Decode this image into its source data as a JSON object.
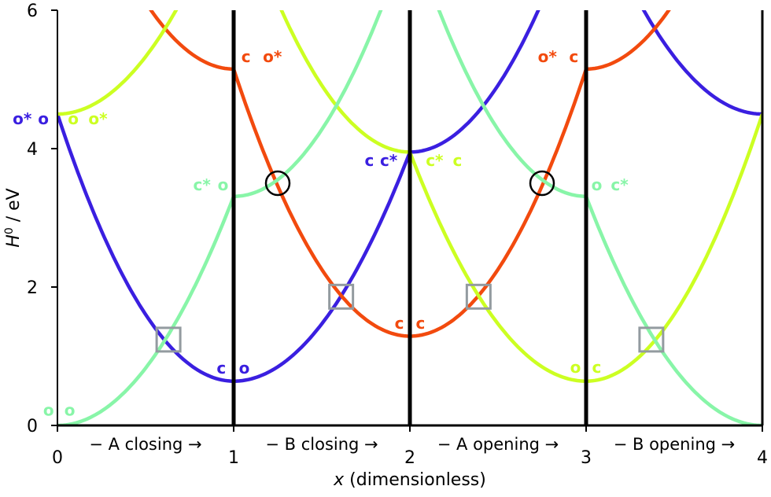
{
  "chart_data": {
    "type": "line",
    "title": "",
    "xlabel": "x (dimensionless)",
    "xlabel_var": "x",
    "xlabel_rest": " (dimensionless)",
    "ylabel": "H0 / eV",
    "ylabel_var": "H",
    "ylabel_sup": "0",
    "ylabel_rest": " / eV",
    "xlim": [
      0,
      4
    ],
    "ylim": [
      0,
      6
    ],
    "x_ticks": [
      "0",
      "1",
      "2",
      "3",
      "4"
    ],
    "y_ticks": [
      "0",
      "2",
      "4",
      "6"
    ],
    "grid": false,
    "legend": null,
    "colors": {
      "blue": "#3A1FE0",
      "orange": "#F24A0E",
      "yellow_green": "#CCFF22",
      "mint": "#88F5A8",
      "box": "#939BA0",
      "circle": "#000000"
    },
    "region_labels": [
      {
        "text": "− A closing →",
        "x": 0.5
      },
      {
        "text": "− B closing →",
        "x": 1.5
      },
      {
        "text": "− A opening →",
        "x": 2.5
      },
      {
        "text": "− B opening →",
        "x": 3.5
      }
    ],
    "boundaries": [
      1,
      2,
      3
    ],
    "series": [
      {
        "name": "blue",
        "color": "#3A1FE0",
        "segments": [
          {
            "x0": 0,
            "x1": 1,
            "vertex_x": 1,
            "vertex_y": 0.64,
            "k": 3.86
          },
          {
            "x0": 1,
            "x1": 2,
            "vertex_x": 1,
            "vertex_y": 0.64,
            "k": 3.31
          },
          {
            "x0": 2,
            "x1": 3,
            "vertex_x": 2,
            "vertex_y": 3.95,
            "k": 3.86
          },
          {
            "x0": 3,
            "x1": 4,
            "vertex_x": 4,
            "vertex_y": 4.5,
            "k": 3.31
          }
        ]
      },
      {
        "name": "orange",
        "color": "#F24A0E",
        "segments": [
          {
            "x0": 0,
            "x1": 1,
            "vertex_x": 1,
            "vertex_y": 5.15,
            "k": 3.86
          },
          {
            "x0": 1,
            "x1": 2,
            "vertex_x": 2,
            "vertex_y": 1.29,
            "k": 3.86
          },
          {
            "x0": 2,
            "x1": 3,
            "vertex_x": 2,
            "vertex_y": 1.29,
            "k": 3.86
          },
          {
            "x0": 3,
            "x1": 4,
            "vertex_x": 3,
            "vertex_y": 5.15,
            "k": 3.86
          }
        ]
      },
      {
        "name": "yellow-green",
        "color": "#CCFF22",
        "segments": [
          {
            "x0": 0,
            "x1": 1,
            "vertex_x": 0,
            "vertex_y": 4.5,
            "k": 3.31
          },
          {
            "x0": 1,
            "x1": 2,
            "vertex_x": 2,
            "vertex_y": 3.95,
            "k": 3.86
          },
          {
            "x0": 2,
            "x1": 3,
            "vertex_x": 3,
            "vertex_y": 0.64,
            "k": 3.31
          },
          {
            "x0": 3,
            "x1": 4,
            "vertex_x": 3,
            "vertex_y": 0.64,
            "k": 3.86
          }
        ]
      },
      {
        "name": "mint",
        "color": "#88F5A8",
        "segments": [
          {
            "x0": 0,
            "x1": 1,
            "vertex_x": 0,
            "vertex_y": 0,
            "k": 3.31
          },
          {
            "x0": 1,
            "x1": 2,
            "vertex_x": 1,
            "vertex_y": 3.31,
            "k": 3.86
          },
          {
            "x0": 2,
            "x1": 3,
            "vertex_x": 3,
            "vertex_y": 3.31,
            "k": 3.86
          },
          {
            "x0": 3,
            "x1": 4,
            "vertex_x": 4,
            "vertex_y": 0,
            "k": 3.31
          }
        ]
      }
    ],
    "crossing_boxes": [
      {
        "x": 0.63,
        "y": 1.24
      },
      {
        "x": 1.61,
        "y": 1.86
      },
      {
        "x": 2.39,
        "y": 1.86
      },
      {
        "x": 3.37,
        "y": 1.24
      }
    ],
    "crossing_circles": [
      {
        "x": 1.25,
        "y": 3.5
      },
      {
        "x": 2.75,
        "y": 3.5
      }
    ],
    "state_labels": [
      {
        "text": "o*",
        "x": -0.2,
        "y": 4.35,
        "color": "#3A1FE0"
      },
      {
        "text": "o",
        "x": -0.08,
        "y": 4.35,
        "color": "#3A1FE0"
      },
      {
        "text": "o",
        "x": 0.09,
        "y": 4.35,
        "color": "#CCFF22"
      },
      {
        "text": "o*",
        "x": 0.23,
        "y": 4.35,
        "color": "#CCFF22"
      },
      {
        "text": "o",
        "x": -0.05,
        "y": 0.14,
        "color": "#88F5A8"
      },
      {
        "text": "o",
        "x": 0.07,
        "y": 0.14,
        "color": "#88F5A8"
      },
      {
        "text": "c",
        "x": 0.93,
        "y": 0.75,
        "color": "#3A1FE0"
      },
      {
        "text": "o",
        "x": 1.06,
        "y": 0.75,
        "color": "#3A1FE0"
      },
      {
        "text": "c",
        "x": 1.07,
        "y": 5.25,
        "color": "#F24A0E"
      },
      {
        "text": "o*",
        "x": 1.22,
        "y": 5.25,
        "color": "#F24A0E"
      },
      {
        "text": "c*",
        "x": 0.82,
        "y": 3.4,
        "color": "#88F5A8"
      },
      {
        "text": "o",
        "x": 0.94,
        "y": 3.4,
        "color": "#88F5A8"
      },
      {
        "text": "c",
        "x": 1.77,
        "y": 3.75,
        "color": "#3A1FE0"
      },
      {
        "text": "c*",
        "x": 1.88,
        "y": 3.75,
        "color": "#3A1FE0"
      },
      {
        "text": "c*",
        "x": 2.14,
        "y": 3.75,
        "color": "#CCFF22"
      },
      {
        "text": "c",
        "x": 2.27,
        "y": 3.75,
        "color": "#CCFF22"
      },
      {
        "text": "c",
        "x": 1.94,
        "y": 1.4,
        "color": "#F24A0E"
      },
      {
        "text": "c",
        "x": 2.06,
        "y": 1.4,
        "color": "#F24A0E"
      },
      {
        "text": "o*",
        "x": 2.78,
        "y": 5.25,
        "color": "#F24A0E"
      },
      {
        "text": "c",
        "x": 2.93,
        "y": 5.25,
        "color": "#F24A0E"
      },
      {
        "text": "o",
        "x": 3.06,
        "y": 3.4,
        "color": "#88F5A8"
      },
      {
        "text": "c*",
        "x": 3.19,
        "y": 3.4,
        "color": "#88F5A8"
      },
      {
        "text": "o",
        "x": 2.94,
        "y": 0.76,
        "color": "#CCFF22"
      },
      {
        "text": "c",
        "x": 3.06,
        "y": 0.76,
        "color": "#CCFF22"
      }
    ]
  }
}
